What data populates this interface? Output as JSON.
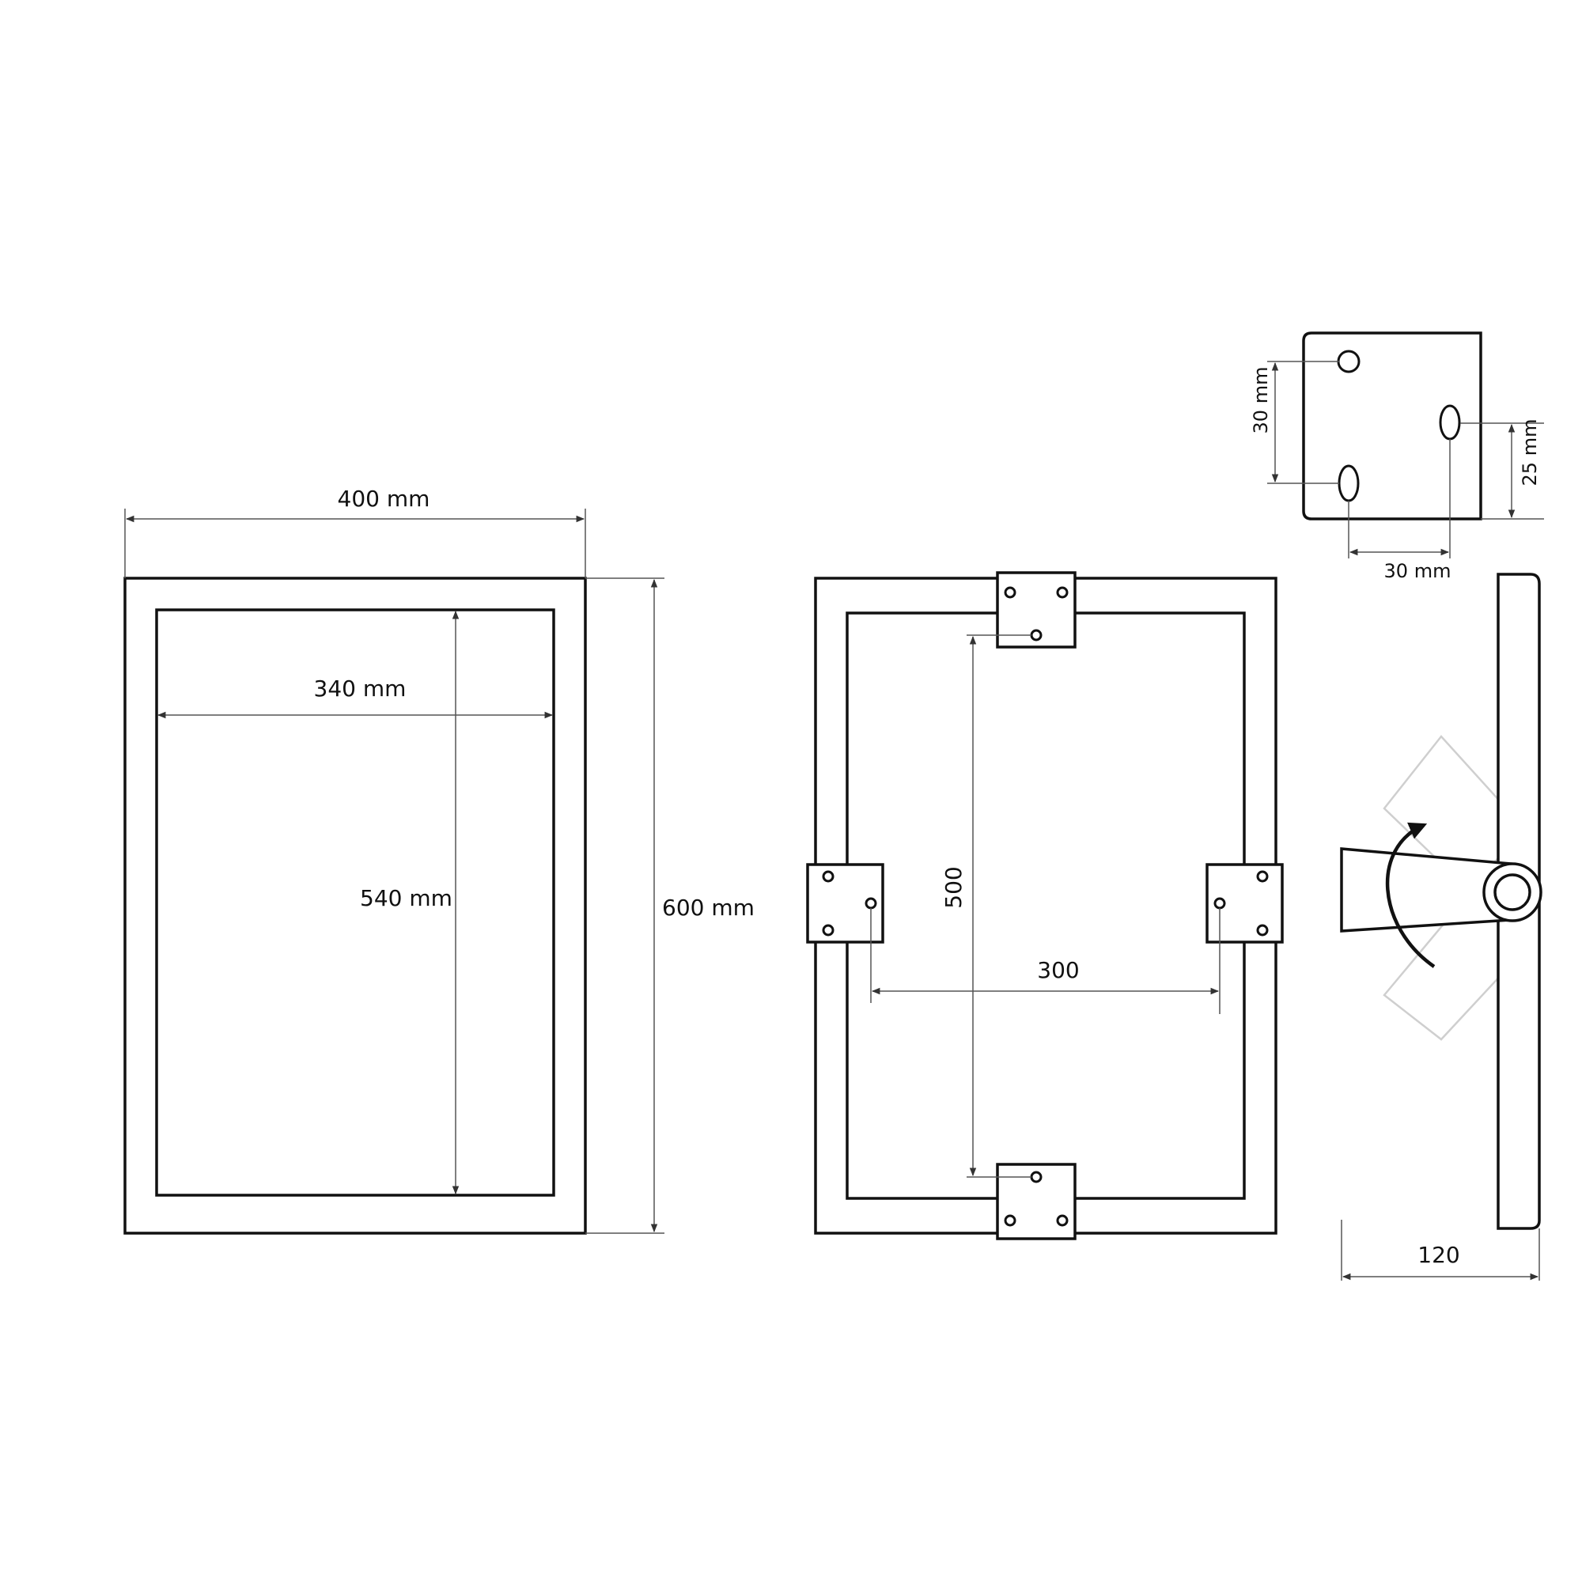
{
  "front_view": {
    "width_label": "400 mm",
    "inner_width_label": "340 mm",
    "inner_height_label": "540 mm",
    "height_label": "600 mm"
  },
  "back_view": {
    "vertical_spacing_label": "500",
    "horizontal_spacing_label": "300"
  },
  "bracket_detail": {
    "hole_vertical_label": "30 mm",
    "hole_offset_label": "25 mm",
    "hole_horizontal_label": "30 mm"
  },
  "side_view": {
    "depth_label": "120"
  },
  "colors": {
    "line": "#111111",
    "ghost": "#cfcfcf",
    "dim": "#555555"
  }
}
